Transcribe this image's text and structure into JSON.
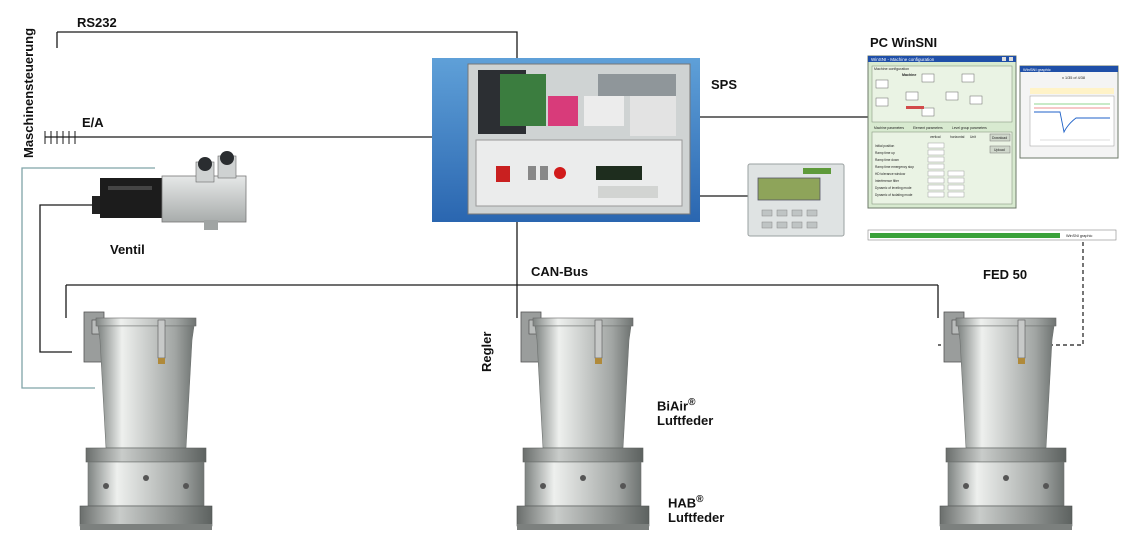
{
  "labels": {
    "rs232": "RS232",
    "ea": "E/A",
    "maschinensteuerung": "Maschinensteuerung",
    "ventil": "Ventil",
    "sps": "SPS",
    "pc_winsni": "PC WinSNI",
    "can_bus": "CAN-Bus",
    "fed50": "FED 50",
    "regler": "Regler",
    "biair_line1": "BiAir",
    "biair_line2": "Luftfeder",
    "hab_line1": "HAB",
    "hab_line2": "Luftfeder",
    "registered": "®"
  },
  "software_window": {
    "title": "WinSNI - Machine configuration",
    "group_title": "Machine configuration",
    "machine_label": "Machine",
    "tabs": [
      "Machine parameters",
      "Element parameters",
      "Level group parameters"
    ],
    "table_headers": [
      "",
      "vertical",
      "horizontal",
      "Unit"
    ],
    "rows": [
      "Initial position",
      "Ramp time up",
      "Ramp time down",
      "Ramp time emergency stop",
      "HD tolerance window",
      "Interference filter",
      "Dynamic of leveling mode",
      "Dynamic of isolating mode"
    ],
    "buttons": [
      "Download",
      "Upload"
    ],
    "status_bar": "WinSNI graphic"
  },
  "graph_window": {
    "title": "WinSNI graphic",
    "header": "x 1/35 of 4/38"
  },
  "colors": {
    "line": "#1a1a1a",
    "cable_teal": "#7fa3a8",
    "steel_light": "#e2e4e2",
    "steel_dark": "#8d918f",
    "window_bg": "#d8ead0",
    "window_title": "#1f4fa8"
  }
}
